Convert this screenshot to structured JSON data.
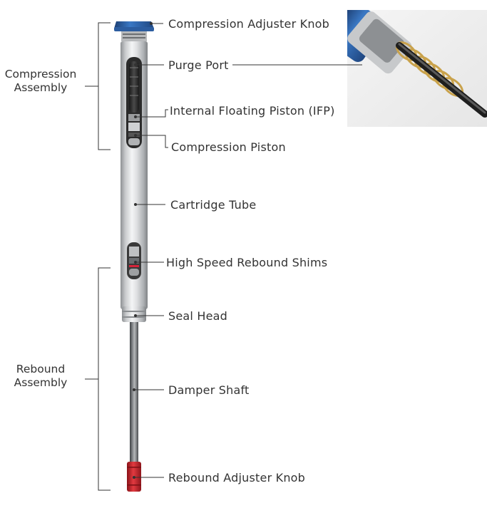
{
  "diagram": {
    "parts": [
      {
        "id": "compression-adjuster-knob",
        "label": "Compression Adjuster Knob"
      },
      {
        "id": "purge-port",
        "label": "Purge Port"
      },
      {
        "id": "ifp",
        "label": "Internal Floating Piston (IFP)"
      },
      {
        "id": "compression-piston",
        "label": "Compression Piston"
      },
      {
        "id": "cartridge-tube",
        "label": "Cartridge Tube"
      },
      {
        "id": "high-speed-rebound-shims",
        "label": "High Speed Rebound Shims"
      },
      {
        "id": "seal-head",
        "label": "Seal Head"
      },
      {
        "id": "damper-shaft",
        "label": "Damper Shaft"
      },
      {
        "id": "rebound-adjuster-knob",
        "label": "Rebound Adjuster Knob"
      }
    ],
    "groups": [
      {
        "id": "compression-assembly",
        "line1": "Compression",
        "line2": "Assembly"
      },
      {
        "id": "rebound-assembly",
        "line1": "Rebound",
        "line2": "Assembly"
      }
    ]
  },
  "colors": {
    "knob_blue": "#2a5d9f",
    "knob_red": "#c8202a",
    "tube_silver": "#d4d6d8",
    "shaft_gray": "#6f7275",
    "leader_line": "#333333"
  }
}
